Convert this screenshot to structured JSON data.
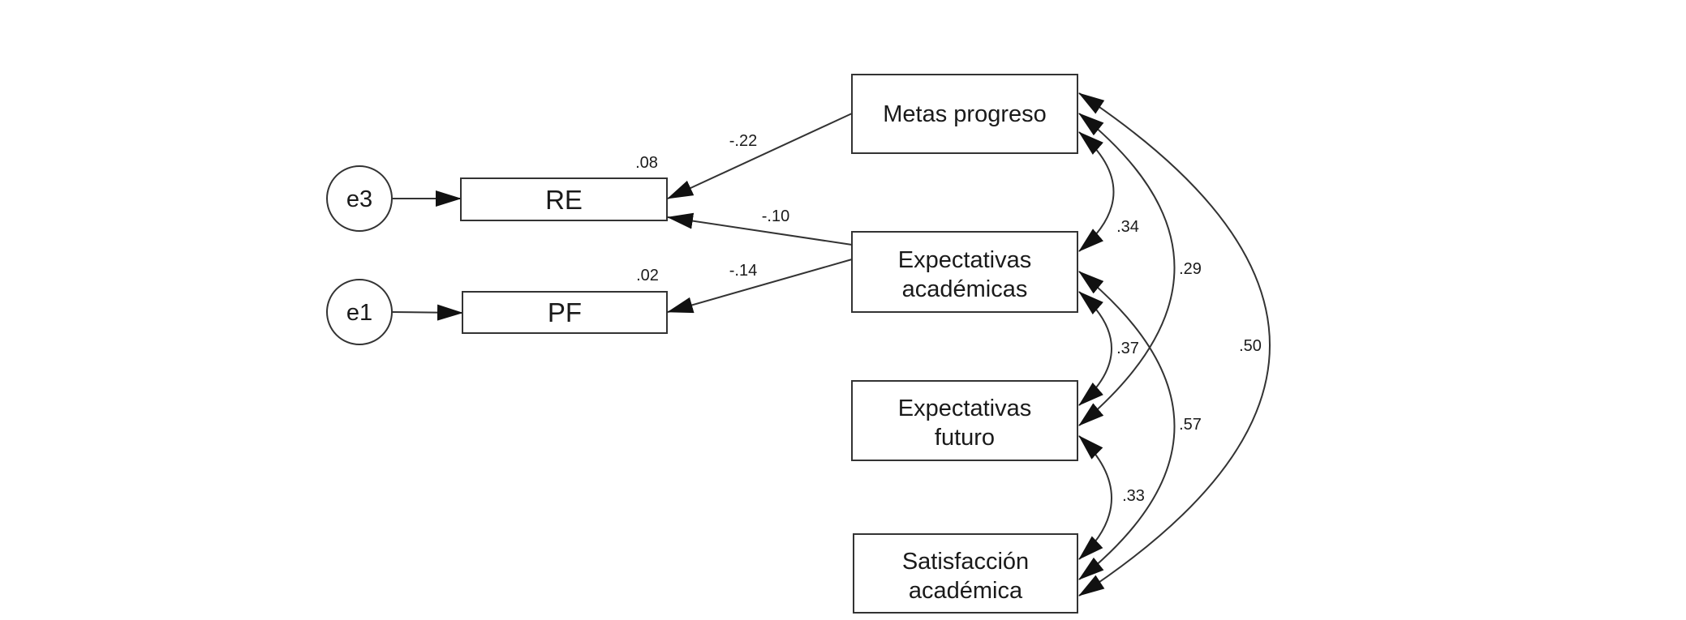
{
  "diagram": {
    "nodes": {
      "e3": "e3",
      "e1": "e1",
      "re": "RE",
      "pf": "PF",
      "metas": [
        "Metas progreso"
      ],
      "exp_acad": [
        "Expectativas",
        "académicas"
      ],
      "exp_fut": [
        "Expectativas",
        "futuro"
      ],
      "satisf": [
        "Satisfacción",
        "académica"
      ]
    },
    "r_squared": {
      "re": ".08",
      "pf": ".02"
    },
    "paths": {
      "metas_to_re": "-.22",
      "exp_acad_to_re": "-.10",
      "exp_acad_to_pf": "-.14"
    },
    "correlations": {
      "metas_exp_acad": ".34",
      "metas_exp_fut": ".29",
      "metas_satisf": ".50",
      "exp_acad_exp_fut": ".37",
      "exp_acad_satisf": ".57",
      "exp_fut_satisf": ".33"
    }
  }
}
